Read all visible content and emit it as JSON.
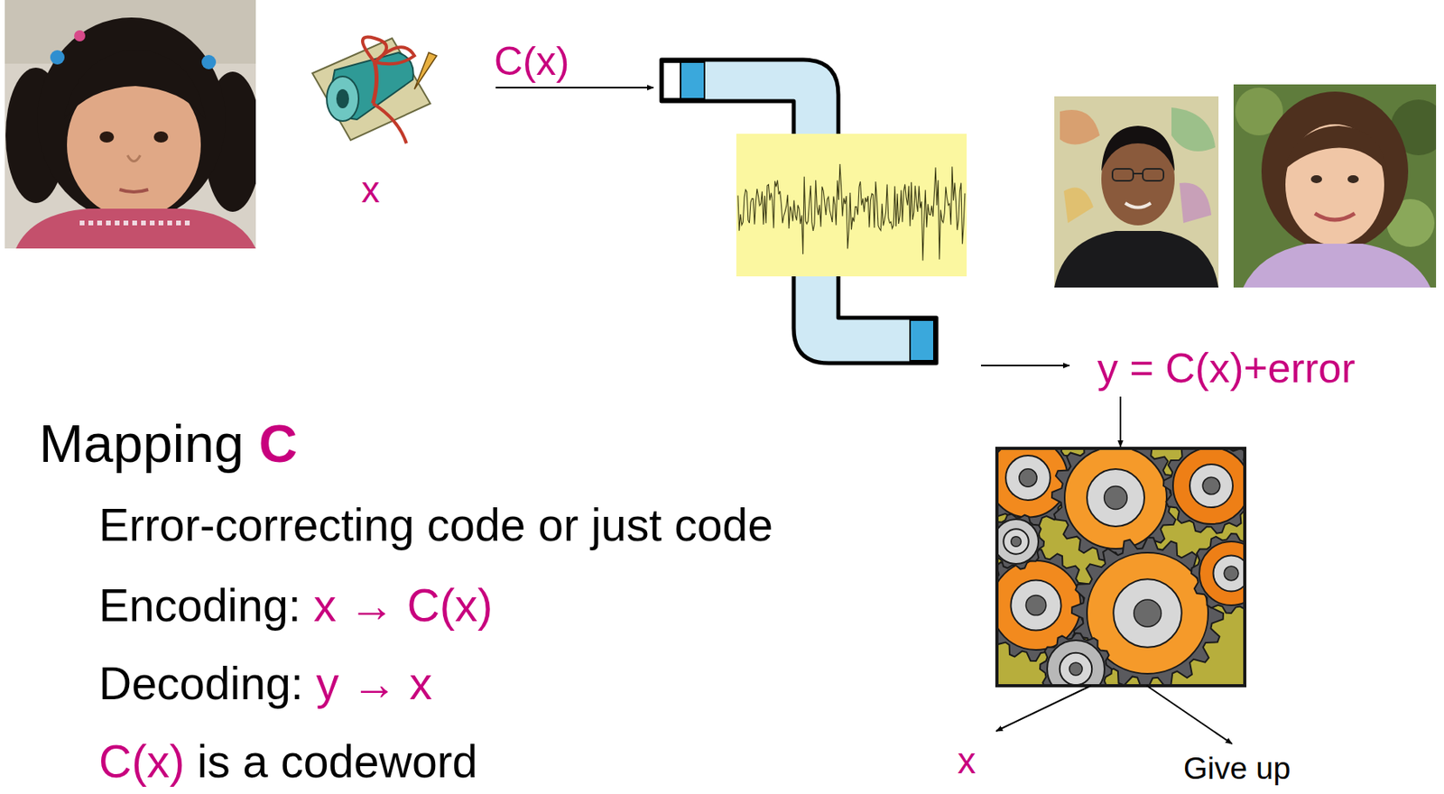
{
  "diagram": {
    "labels": [
      "C(x)",
      "x",
      "y = C(x)+error",
      "Mapping",
      "C",
      "Error-correcting code or just code",
      "Encoding:",
      "x → C(x)",
      "Decoding:",
      "y → x",
      "C(x)",
      "is a codeword",
      "x",
      "Give up"
    ]
  }
}
